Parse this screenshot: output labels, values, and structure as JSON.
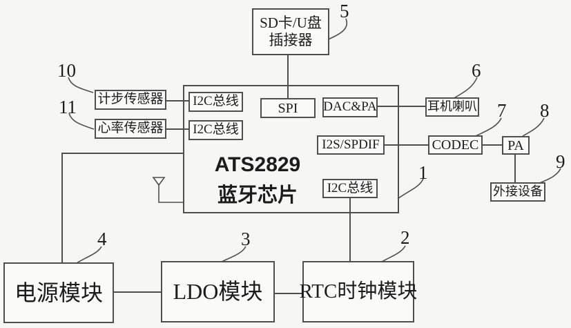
{
  "colors": {
    "background": "#f6f6f4",
    "line": "#4e4e4e",
    "text": "#1c1c1c"
  },
  "chip": {
    "model": "ATS2829",
    "title": "蓝牙芯片",
    "ref": "1"
  },
  "blocks": {
    "sd": {
      "line1": "SD卡/U盘",
      "line2": "插接器",
      "ref": "5"
    },
    "step_sensor": {
      "label": "计步传感器",
      "ref": "10"
    },
    "heart_sensor": {
      "label": "心率传感器",
      "ref": "11"
    },
    "i2c_top": {
      "label": "I2C总线"
    },
    "i2c_mid": {
      "label": "I2C总线"
    },
    "spi": {
      "label": "SPI"
    },
    "dac_pa": {
      "label": "DAC&PA"
    },
    "i2s_spdif": {
      "label": "I2S/SPDIF"
    },
    "i2c_bottom": {
      "label": "I2C总线"
    },
    "earphone": {
      "label": "耳机喇叭",
      "ref": "6"
    },
    "codec": {
      "label": "CODEC",
      "ref": "7"
    },
    "pa": {
      "label": "PA",
      "ref": "8"
    },
    "external": {
      "label": "外接设备",
      "ref": "9"
    },
    "power": {
      "label": "电源模块",
      "ref": "4"
    },
    "ldo": {
      "label": "LDO模块",
      "ref": "3"
    },
    "rtc": {
      "label": "RTC时钟模块",
      "ref": "2"
    }
  }
}
